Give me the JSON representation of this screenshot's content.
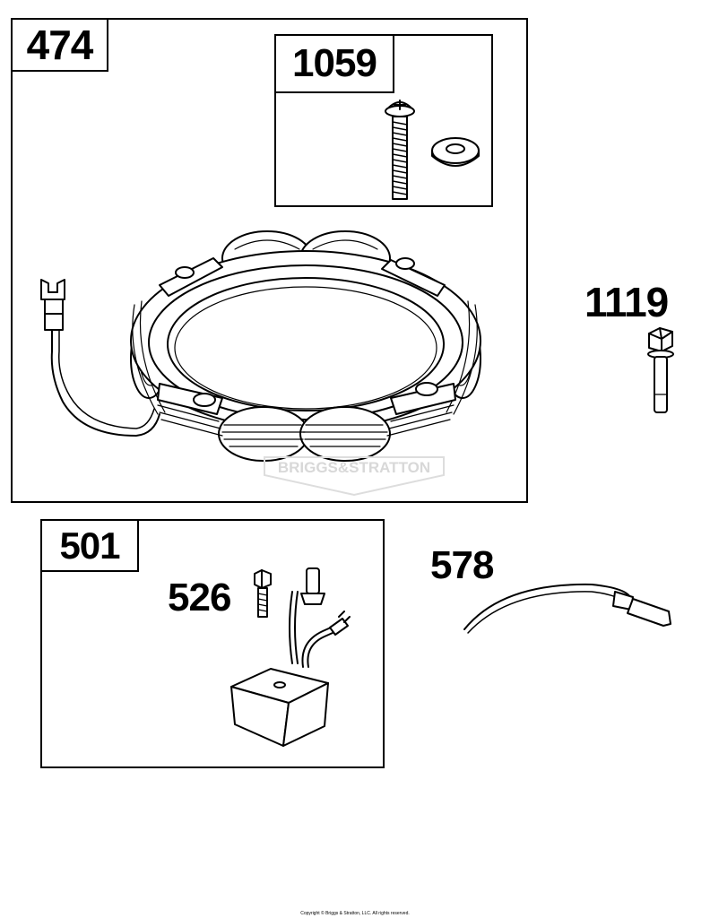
{
  "parts": {
    "p474": "474",
    "p1059": "1059",
    "p1119": "1119",
    "p501": "501",
    "p526": "526",
    "p578": "578"
  },
  "watermark": "BRIGGS&STRATTON",
  "footer": "Copyright © Briggs & Stratton, LLC. All rights reserved."
}
